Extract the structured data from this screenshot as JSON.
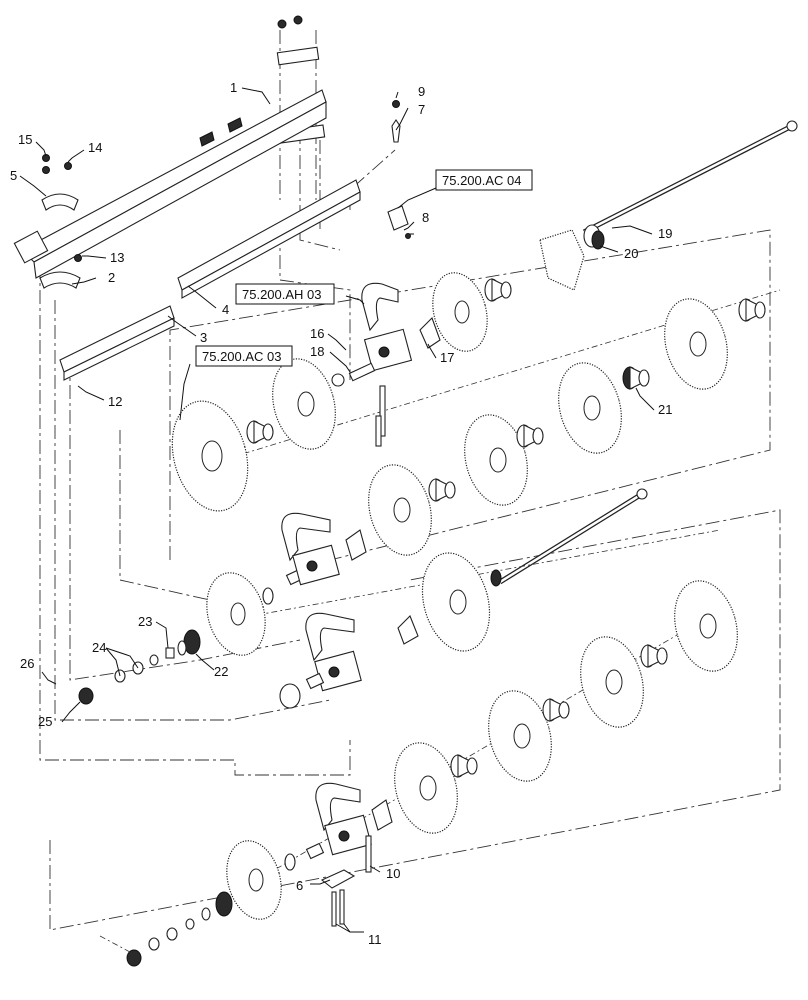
{
  "callouts": [
    "1",
    "2",
    "3",
    "4",
    "5",
    "6",
    "7",
    "8",
    "9",
    "10",
    "11",
    "12",
    "13",
    "14",
    "15",
    "16",
    "17",
    "18",
    "19",
    "20",
    "21",
    "22",
    "23",
    "24",
    "25",
    "26"
  ],
  "references": {
    "ac04": "75.200.AC 04",
    "ah03": "75.200.AH 03",
    "ac03": "75.200.AC 03"
  }
}
